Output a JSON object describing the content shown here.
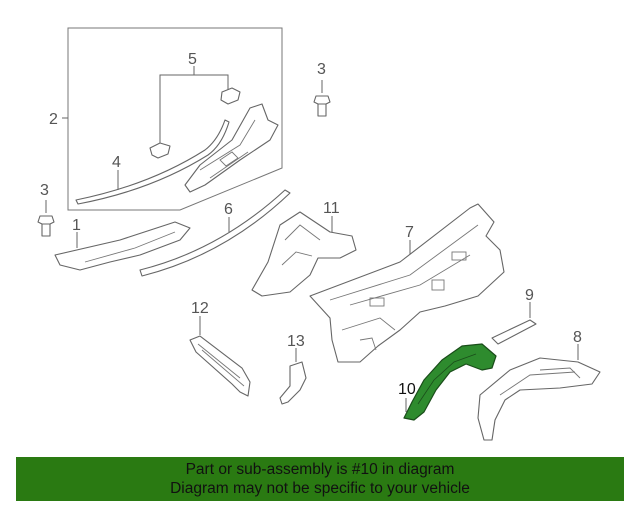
{
  "callouts": {
    "c1": "1",
    "c2": "2",
    "c3a": "3",
    "c3b": "3",
    "c4": "4",
    "c5": "5",
    "c6": "6",
    "c7": "7",
    "c8": "8",
    "c9": "9",
    "c10": "10",
    "c11": "11",
    "c12": "12",
    "c13": "13"
  },
  "highlighted_part": "10",
  "colors": {
    "highlight": "#2e8b2e",
    "banner": "#2a7a12",
    "line": "#666666"
  },
  "banner": {
    "line1": "Part or sub-assembly is #10 in diagram",
    "line2": "Diagram may not be specific to your vehicle"
  }
}
